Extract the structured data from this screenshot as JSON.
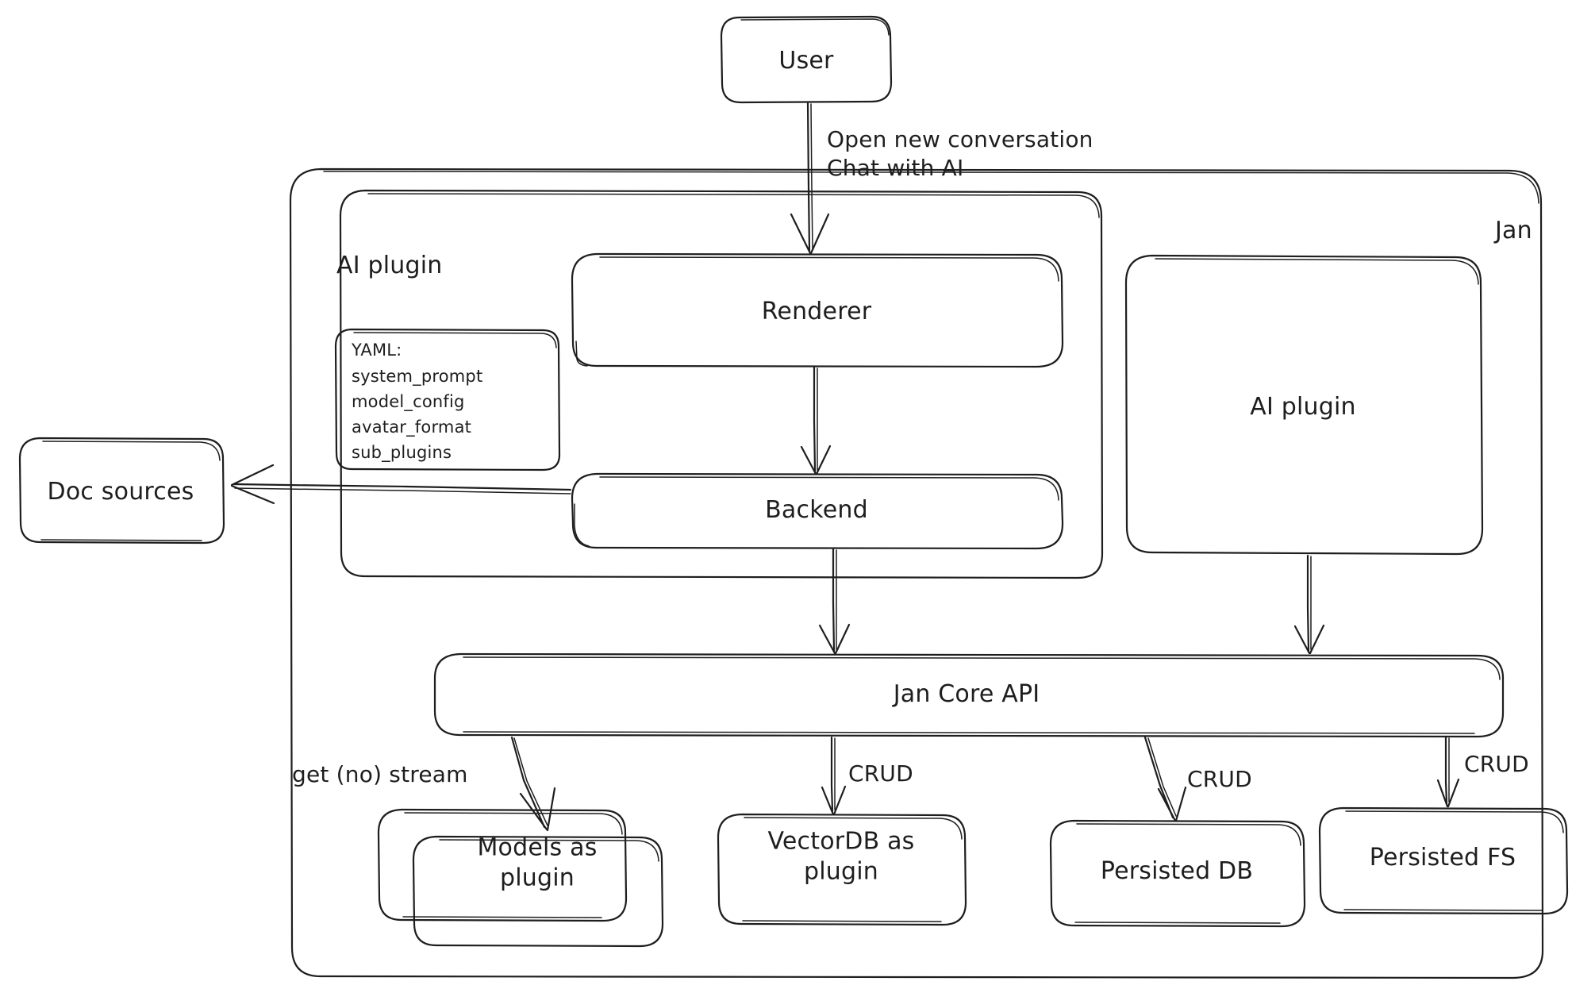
{
  "diagram": {
    "title": "Jan architecture overview",
    "style": "hand-drawn sketch",
    "background_color": "#ffffff",
    "stroke_color": "#1e1e1e"
  },
  "containers": {
    "jan": {
      "label": "Jan"
    },
    "ai_plugin_group": {
      "label": "AI plugin"
    }
  },
  "nodes": {
    "user": {
      "label": "User"
    },
    "renderer": {
      "label": "Renderer"
    },
    "backend": {
      "label": "Backend"
    },
    "ai_plugin": {
      "label": "AI plugin"
    },
    "doc_sources": {
      "label": "Doc sources"
    },
    "jan_core_api": {
      "label": "Jan Core API"
    },
    "models_as_plugin": {
      "label": "Models as\nplugin"
    },
    "vectordb_as_plugin": {
      "label": "VectorDB as\nplugin"
    },
    "persisted_db": {
      "label": "Persisted DB"
    },
    "persisted_fs": {
      "label": "Persisted FS"
    }
  },
  "yaml_card": {
    "heading": "YAML:",
    "keys": [
      "system_prompt",
      "model_config",
      "avatar_format",
      "sub_plugins"
    ]
  },
  "edge_labels": {
    "user_to_renderer": "Open new conversation\nChat with AI",
    "core_to_models": "get (no) stream",
    "core_to_vectordb": "CRUD",
    "core_to_persisted_db": "CRUD",
    "core_to_persisted_fs": "CRUD"
  },
  "edges": [
    {
      "from": "user",
      "to": "renderer",
      "label": "Open new conversation\nChat with AI"
    },
    {
      "from": "renderer",
      "to": "backend",
      "label": ""
    },
    {
      "from": "backend",
      "to": "doc_sources",
      "label": ""
    },
    {
      "from": "backend",
      "to": "jan_core_api",
      "label": ""
    },
    {
      "from": "ai_plugin",
      "to": "jan_core_api",
      "label": ""
    },
    {
      "from": "jan_core_api",
      "to": "models_as_plugin",
      "label": "get (no) stream"
    },
    {
      "from": "jan_core_api",
      "to": "vectordb_as_plugin",
      "label": "CRUD"
    },
    {
      "from": "jan_core_api",
      "to": "persisted_db",
      "label": "CRUD"
    },
    {
      "from": "jan_core_api",
      "to": "persisted_fs",
      "label": "CRUD"
    }
  ]
}
